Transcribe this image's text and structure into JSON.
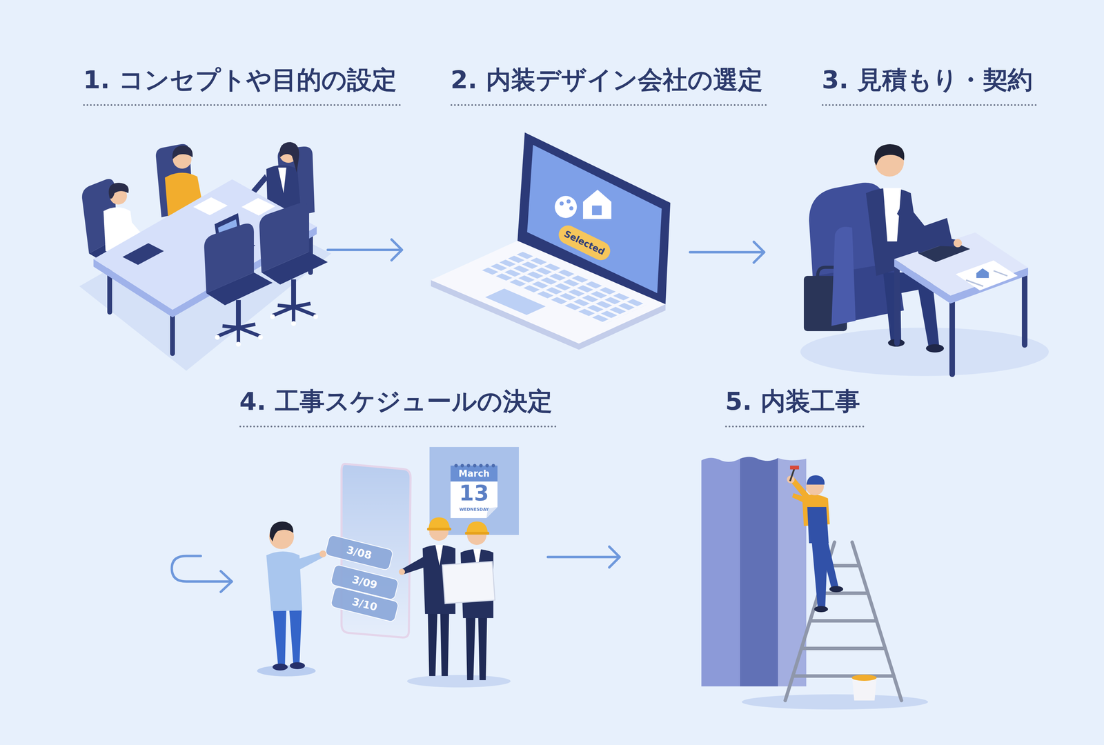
{
  "diagram": {
    "nodes": [
      {
        "text": [
          "1. コンセプトや目的の設定"
        ]
      },
      {
        "text": [
          "2. 内装デザイン会社の選定"
        ]
      },
      {
        "text": [
          "3. 見積もり・契約"
        ]
      },
      {
        "text": [
          "4. 工事スケジュールの決定"
        ]
      },
      {
        "text": [
          "5. 内装工事"
        ]
      }
    ],
    "edges": [
      {
        "from": 0,
        "to": 1,
        "arrow": "to"
      },
      {
        "from": 1,
        "to": 2,
        "arrow": "to"
      },
      {
        "from": 3,
        "to": 4,
        "arrow": "to"
      }
    ],
    "labels": [
      "Selected",
      "March",
      "13",
      "WEDNESDAY",
      "3/08",
      "3/09",
      "3/10"
    ]
  }
}
